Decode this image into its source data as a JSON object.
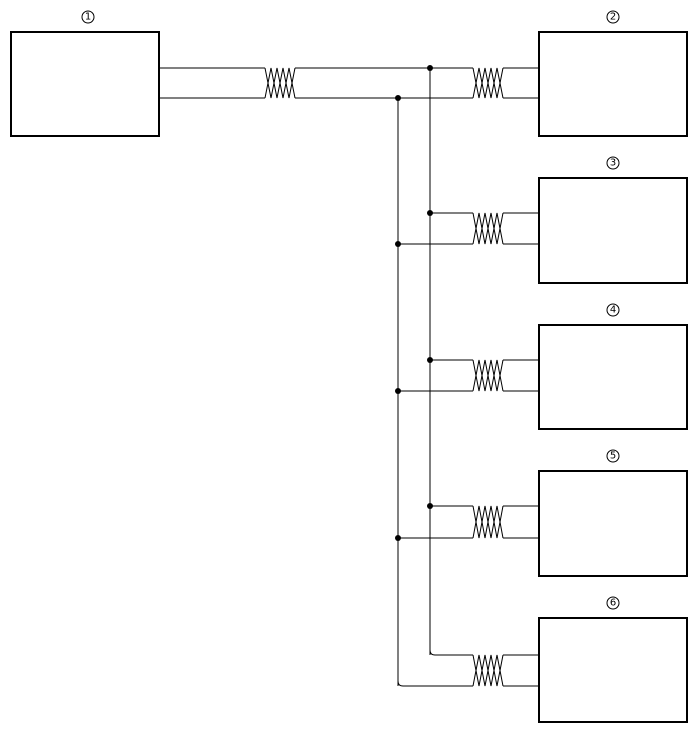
{
  "devices": [
    {
      "id": "device-1",
      "label": "1"
    },
    {
      "id": "device-2",
      "label": "2"
    },
    {
      "id": "device-3",
      "label": "3"
    },
    {
      "id": "device-4",
      "label": "4"
    },
    {
      "id": "device-5",
      "label": "5"
    },
    {
      "id": "device-6",
      "label": "6"
    }
  ],
  "colors": {
    "line": "#000000",
    "background": "#ffffff"
  }
}
